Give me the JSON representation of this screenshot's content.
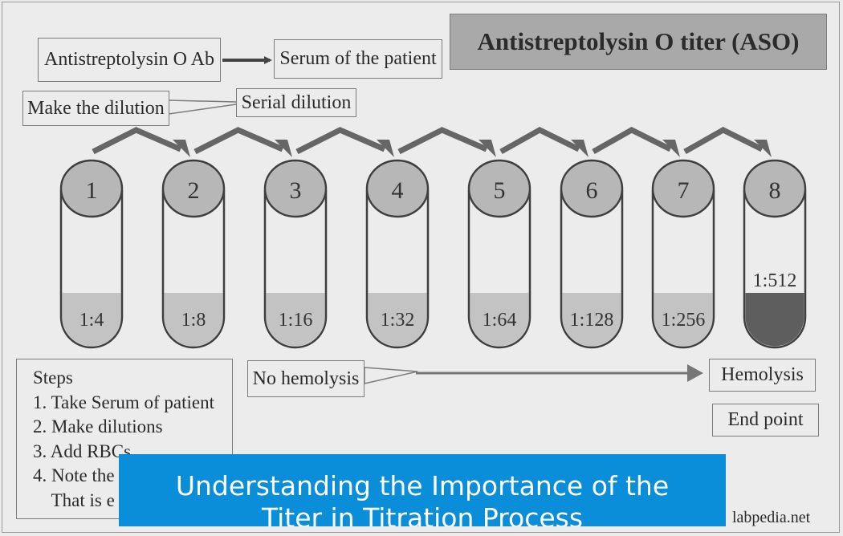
{
  "title": "Antistreptolysin O titer (ASO)",
  "flow": {
    "antibody": "Antistreptolysin O Ab",
    "serum": "Serum of the patient",
    "make_dilution": "Make the dilution",
    "serial_dilution": "Serial dilution"
  },
  "tubes": [
    {
      "number": "1",
      "dilution": "1:4",
      "hemolysis": false
    },
    {
      "number": "2",
      "dilution": "1:8",
      "hemolysis": false
    },
    {
      "number": "3",
      "dilution": "1:16",
      "hemolysis": false
    },
    {
      "number": "4",
      "dilution": "1:32",
      "hemolysis": false
    },
    {
      "number": "5",
      "dilution": "1:64",
      "hemolysis": false
    },
    {
      "number": "6",
      "dilution": "1:128",
      "hemolysis": false
    },
    {
      "number": "7",
      "dilution": "1:256",
      "hemolysis": false
    },
    {
      "number": "8",
      "dilution": "1:512",
      "hemolysis": true
    }
  ],
  "result": {
    "no_hemolysis": "No hemolysis",
    "hemolysis": "Hemolysis",
    "end_point": "End point"
  },
  "steps": [
    "Steps",
    "1. Take  Serum of patient",
    "2. Make dilutions",
    "3. Add RBCs",
    "4. Note the",
    "    That is e"
  ],
  "banner": {
    "line1": "Understanding the Importance of the",
    "line2": "Titer in Titration Process"
  },
  "source": "labpedia.net",
  "colors": {
    "background": "#ececec",
    "tube_fill": "#c3c3c3",
    "hemolysis_fill": "#5e5e5e",
    "arrow": "#666666",
    "banner": "#0a8ed9"
  }
}
